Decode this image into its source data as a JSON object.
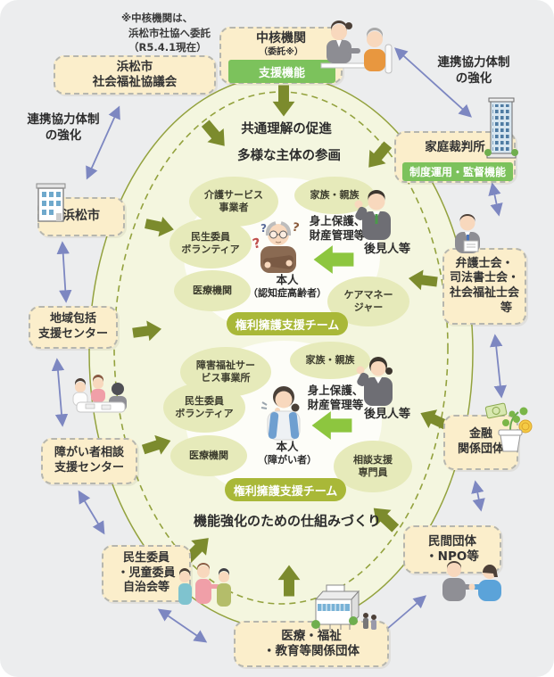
{
  "canvas": {
    "bg": "#ecedee",
    "ellipse_fill": "#f4f6df",
    "ellipse_stroke": "#93a23e",
    "olive_arrow": "#7c8b2d",
    "lime_arrow": "#8dc63f",
    "blue_arrow": "#7d87c1",
    "box_fill": "#fbeecb",
    "green_label": "#7cc25c",
    "team_pill": "#a9b838",
    "bubble_fill": "#e6eaba"
  },
  "note": {
    "line1": "※中核機関は、",
    "line2": "浜松市社協へ委託",
    "line3": "（R5.4.1現在）"
  },
  "boxes": {
    "chukaku": {
      "title": "中核機関",
      "subtitle": "（委託※）",
      "function_label": "支援機能"
    },
    "shakyo": {
      "line1": "浜松市",
      "line2": "社会福祉協議会"
    },
    "court": {
      "title": "家庭裁判所",
      "function_label": "制度運用・監督機能"
    },
    "hamamatsu": {
      "label": "浜松市"
    },
    "chiiki": {
      "line1": "地域包括",
      "line2": "支援センター"
    },
    "shogai_sodan": {
      "line1": "障がい者相談",
      "line2": "支援センター"
    },
    "minsei_jichikai": {
      "line1": "民生委員",
      "line2": "・児童委員",
      "line3": "自治会等"
    },
    "iryo": {
      "line1": "医療・福祉",
      "line2": "・教育等関係団体"
    },
    "bengoshi": {
      "line1": "弁護士会・",
      "line2": "司法書士会・",
      "line3": "社会福祉士会",
      "line4": "等"
    },
    "kinyu": {
      "line1": "金融",
      "line2": "関係団体"
    },
    "minkan": {
      "line1": "民間団体",
      "line2": "・NPO等"
    }
  },
  "labels": {
    "renkei_left": {
      "line1": "連携協力体制",
      "line2": "の強化"
    },
    "renkei_right": {
      "line1": "連携協力体制",
      "line2": "の強化"
    },
    "headline1": "共通理解の促進",
    "headline2": "多様な主体の参画",
    "footline": "機能強化のための仕組みづくり"
  },
  "team1": {
    "bubble_kaigo": {
      "line1": "介護サービス",
      "line2": "事業者"
    },
    "bubble_family": "家族・親族",
    "bubble_minsei": {
      "line1": "民生委員",
      "line2": "ボランティア"
    },
    "bubble_medical": "医療機関",
    "bubble_care": {
      "line1": "ケアマネー",
      "line2": "ジャー"
    },
    "protection": {
      "line1": "身上保護、",
      "line2": "財産管理等"
    },
    "guardian": "後見人等",
    "person": {
      "line1": "本人",
      "line2": "（認知症高齢者）"
    },
    "team_label": "権利擁護支援チーム"
  },
  "team2": {
    "bubble_shogai": {
      "line1": "障害福祉サー",
      "line2": "ビス事業所"
    },
    "bubble_family": "家族・親族",
    "bubble_minsei": {
      "line1": "民生委員",
      "line2": "ボランティア"
    },
    "bubble_medical": "医療機関",
    "bubble_sodan": {
      "line1": "相談支援",
      "line2": "専門員"
    },
    "protection": {
      "line1": "身上保護、",
      "line2": "財産管理等"
    },
    "guardian": "後見人等",
    "person": {
      "line1": "本人",
      "line2": "（障がい者）"
    },
    "team_label": "権利擁護支援チーム"
  },
  "marks": {
    "q1": "?",
    "q2": "?",
    "q3": "?"
  }
}
